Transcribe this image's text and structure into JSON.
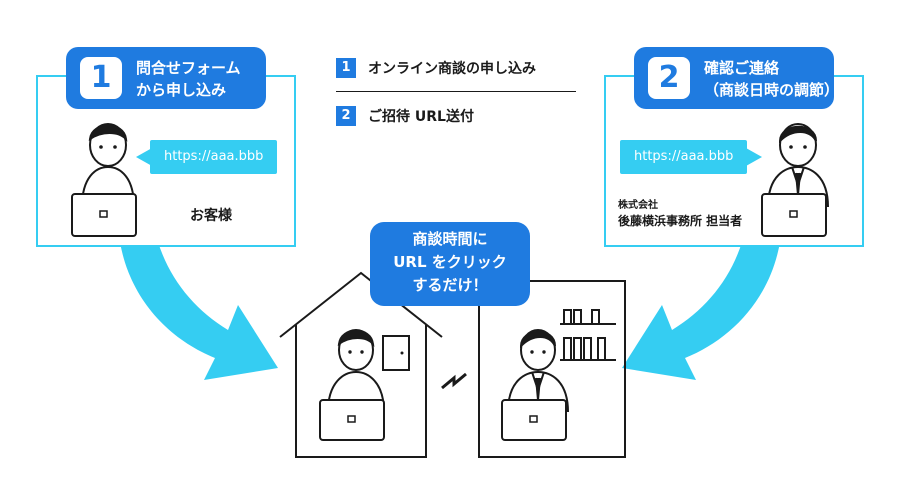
{
  "step1": {
    "number": "1",
    "title_line1": "問合せフォーム",
    "title_line2": "から申し込み"
  },
  "step2": {
    "number": "2",
    "title_line1": "確認ご連絡",
    "title_line2": "（商談日時の調節）"
  },
  "url_bubble_left": "https://aaa.bbb",
  "url_bubble_right": "https://aaa.bbb",
  "customer_label": "お客様",
  "company": {
    "line1": "株式会社",
    "line2": "後藤横浜事務所 担当者"
  },
  "steps_list": [
    {
      "number": "1",
      "label": "オンライン商談の申し込み"
    },
    {
      "number": "2",
      "label": "ご招待 URL送付"
    }
  ],
  "callout": {
    "line1": "商談時間に",
    "line2": "URL をクリック",
    "line3": "するだけ！"
  },
  "colors": {
    "accent_blue": "#1f7be0",
    "light_blue": "#35cdf2",
    "line": "#1a1a1a"
  },
  "icons": [
    "person-icon",
    "laptop-icon",
    "house-icon",
    "office-icon",
    "lightning-icon",
    "arrow-icon",
    "door-icon",
    "bookshelf-icon"
  ]
}
